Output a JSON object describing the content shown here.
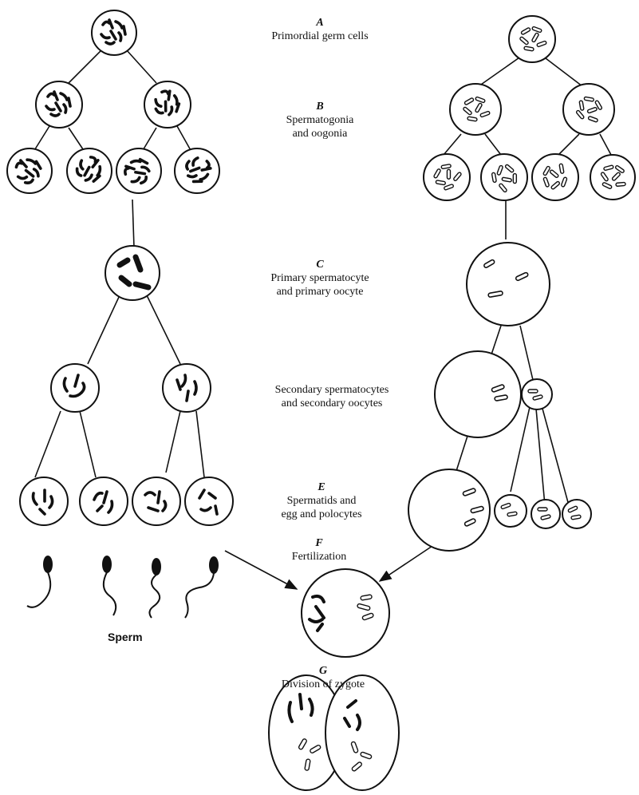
{
  "stages": {
    "a": {
      "letter": "A",
      "line1": "Primordial germ cells",
      "line2": ""
    },
    "b": {
      "letter": "B",
      "line1": "Spermatogonia",
      "line2": "and oogonia"
    },
    "c": {
      "letter": "C",
      "line1": "Primary spermatocyte",
      "line2": "and primary oocyte"
    },
    "d": {
      "letter": "",
      "line1": "Secondary spermatocytes",
      "line2": "and secondary oocytes"
    },
    "e": {
      "letter": "E",
      "line1": "Spermatids and",
      "line2": "egg and polocytes"
    },
    "f": {
      "letter": "F",
      "line1": "Fertilization",
      "line2": ""
    },
    "g": {
      "letter": "G",
      "line1": "Division of zygote",
      "line2": ""
    }
  },
  "sperm_label": "Sperm",
  "colors": {
    "ink": "#111111",
    "paper": "#ffffff"
  }
}
